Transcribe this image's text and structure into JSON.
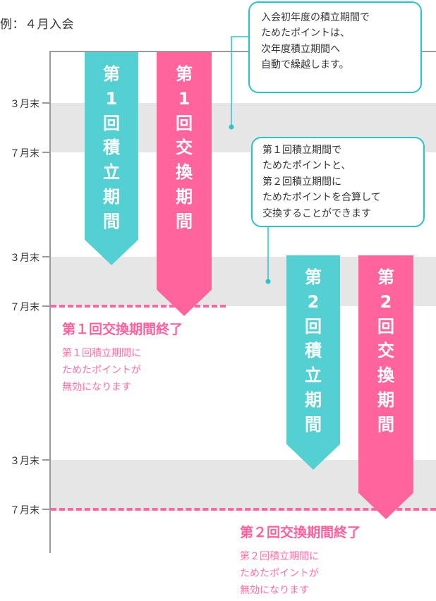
{
  "caption": "例：４月入会",
  "ticks": [
    "３月末",
    "７月末",
    "３月末",
    "７月末",
    "３月末",
    "７月末"
  ],
  "periods": [
    {
      "chars": [
        "第",
        "1",
        "回",
        "積",
        "立",
        "期",
        "間"
      ],
      "color": "#54cfd2"
    },
    {
      "chars": [
        "第",
        "1",
        "回",
        "交",
        "換",
        "期",
        "間"
      ],
      "color": "#ff649c"
    },
    {
      "chars": [
        "第",
        "2",
        "回",
        "積",
        "立",
        "期",
        "間"
      ],
      "color": "#54cfd2"
    },
    {
      "chars": [
        "第",
        "2",
        "回",
        "交",
        "換",
        "期",
        "間"
      ],
      "color": "#ff649c"
    }
  ],
  "end1": {
    "title": "第１回交換期間終了",
    "note": "第１回積立期間に\nためたポイントが\n無効になります"
  },
  "end2": {
    "title": "第２回交換期間終了",
    "note": "第２回積立期間に\nためたポイントが\n無効になります"
  },
  "bubble1": "入会初年度の積立期間で\nためたポイントは、\n次年度積立期間へ\n自動で繰越します。",
  "bubble2": "第１回積立期間で\nためたポイントと、\n第２回積立期間に\nためたポイントを合算して\n交換することができます",
  "colors": {
    "teal": "#54cfd2",
    "pink": "#ff649c",
    "band": "#e6e6e6",
    "bubble_border": "#29c4cb"
  }
}
